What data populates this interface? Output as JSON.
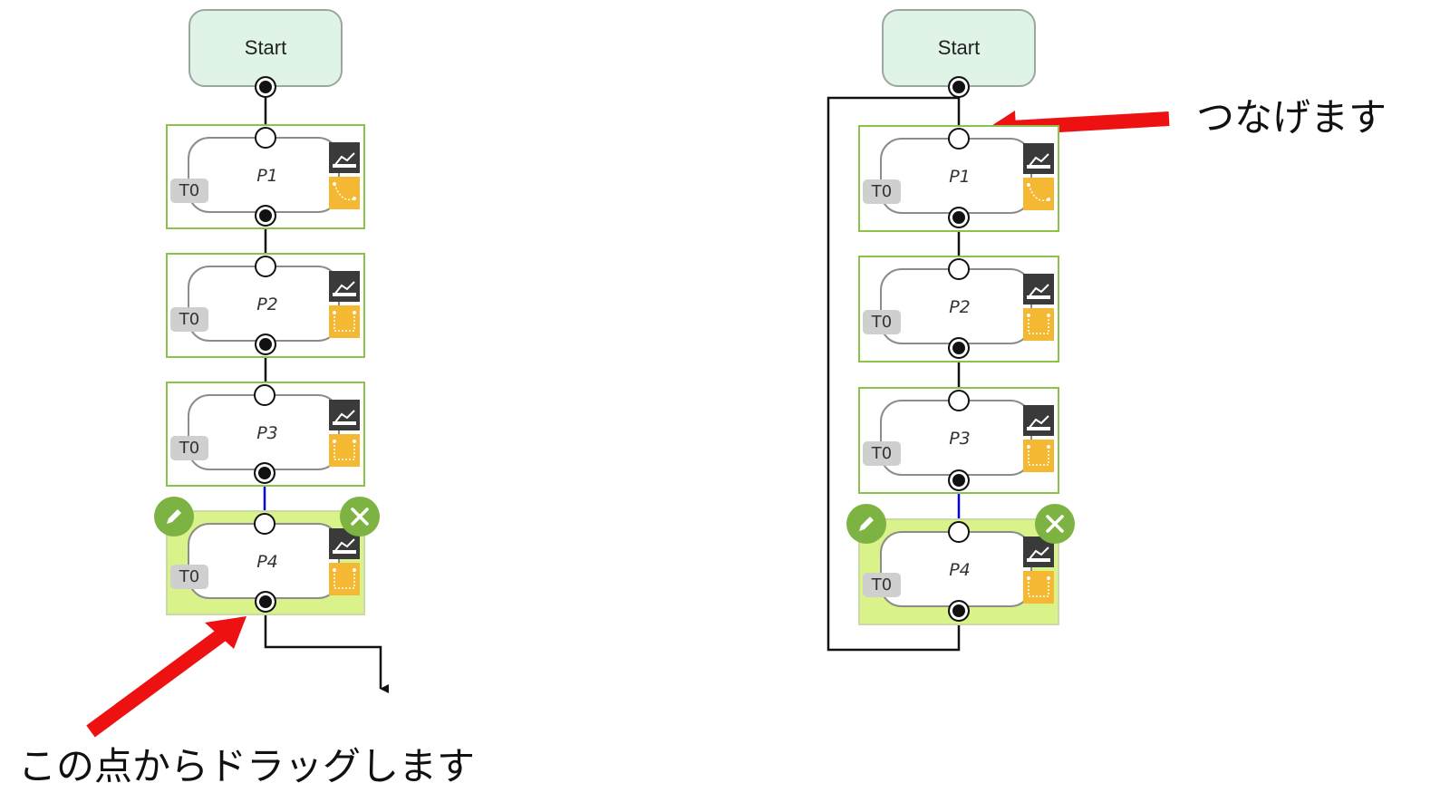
{
  "flows": [
    {
      "id": "before",
      "start_label": "Start",
      "nodes": [
        {
          "label": "P1",
          "tag": "T0"
        },
        {
          "label": "P2",
          "tag": "T0"
        },
        {
          "label": "P3",
          "tag": "T0"
        },
        {
          "label": "P4",
          "tag": "T0",
          "selected": true
        }
      ]
    },
    {
      "id": "after",
      "start_label": "Start",
      "nodes": [
        {
          "label": "P1",
          "tag": "T0"
        },
        {
          "label": "P2",
          "tag": "T0"
        },
        {
          "label": "P3",
          "tag": "T0"
        },
        {
          "label": "P4",
          "tag": "T0",
          "selected": true
        }
      ]
    }
  ],
  "annotations": {
    "drag_from": "この点からドラッグします",
    "connect": "つなげます"
  },
  "colors": {
    "start_fill": "#dff4e7",
    "node_border": "#8bc34a",
    "selected_fill": "#d9f28a",
    "edit_button": "#7cb342",
    "arrow_red": "#ee1111",
    "selected_link": "#0000ee",
    "icon_dark": "#3a3a3a",
    "icon_yellow": "#f5b833"
  },
  "icons": [
    "edit-pencil-icon",
    "close-x-icon",
    "move-path-icon",
    "trajectory-icon"
  ]
}
